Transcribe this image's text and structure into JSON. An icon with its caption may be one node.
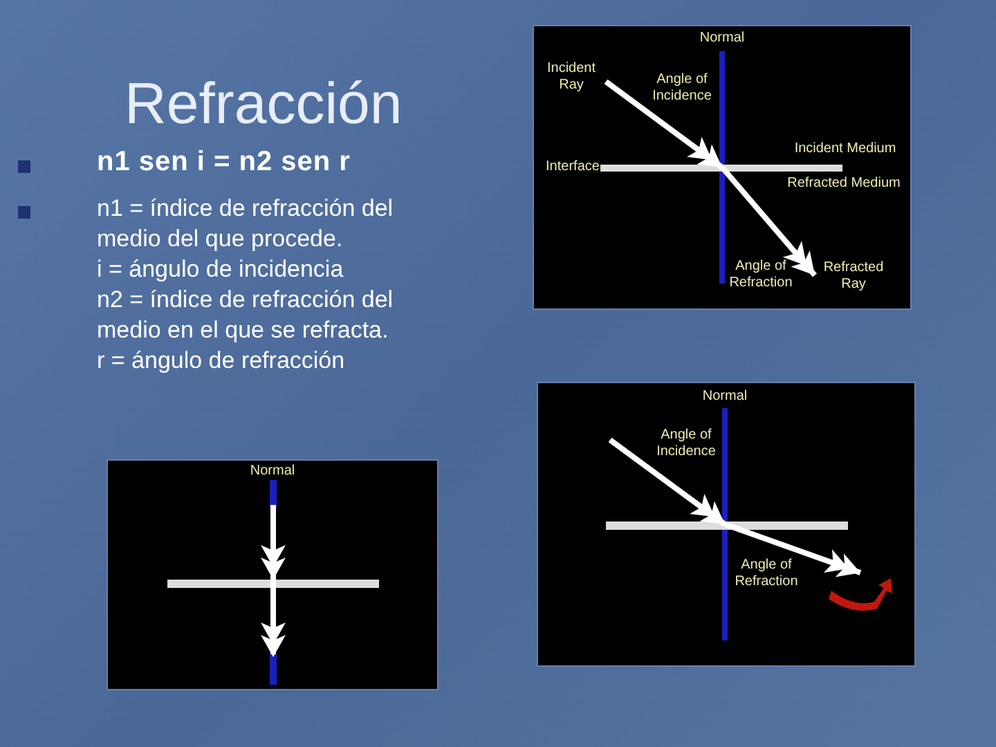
{
  "diagram": {
    "title": "Refracción",
    "labels": [
      "n1 sen i = n2 sen r",
      "n1 = índice de refracción del medio del que procede.",
      "i = ángulo de incidencia",
      "n2 = índice de refracción del medio en el que se refracta.",
      "r = ángulo de refracción",
      "Normal",
      "Incident Ray",
      "Angle of Incidence",
      "Interface",
      "Incident Medium",
      "Refracted Medium",
      "Angle of Refraction",
      "Refracted Ray",
      "Normal",
      "Angle of Incidence",
      "Angle of Refraction",
      "Normal"
    ]
  }
}
